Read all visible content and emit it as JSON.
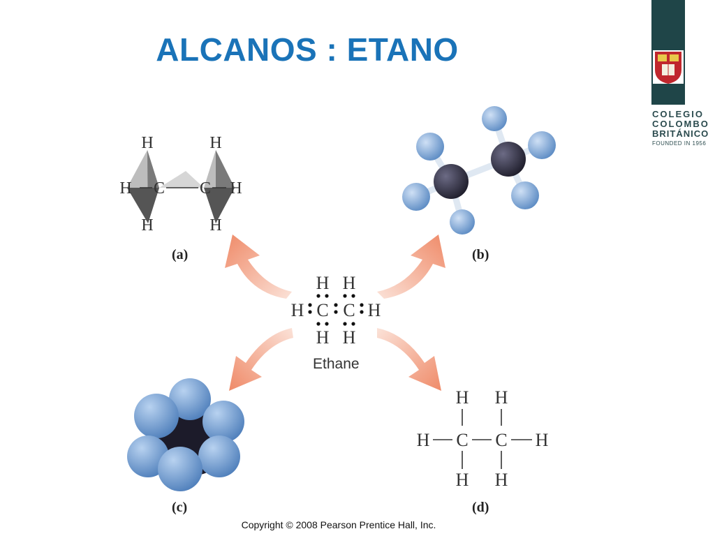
{
  "slide": {
    "title": "ALCANOS : ETANO",
    "title_color": "#1a73b8",
    "copyright": "Copyright © 2008 Pearson Prentice Hall, Inc."
  },
  "logo": {
    "line1": "COLEGIO",
    "line2": "COLOMBO",
    "line3": "BRITÁNICO",
    "tagline": "FOUNDED IN 1956",
    "bar_color": "#1f4548",
    "crest_color": "#c0272d"
  },
  "center": {
    "name": "Ethane",
    "atom_h": "H",
    "atom_c": "C"
  },
  "panels": {
    "a": {
      "label": "(a)"
    },
    "b": {
      "label": "(b)"
    },
    "c": {
      "label": "(c)"
    },
    "d": {
      "label": "(d)"
    }
  },
  "colors": {
    "arrow": "#f0906f",
    "hydrogen": "#7aa6d8",
    "carbon": "#2e2d40",
    "tetra_dark": "#6e6e6e",
    "tetra_light": "#bdbdbd"
  }
}
